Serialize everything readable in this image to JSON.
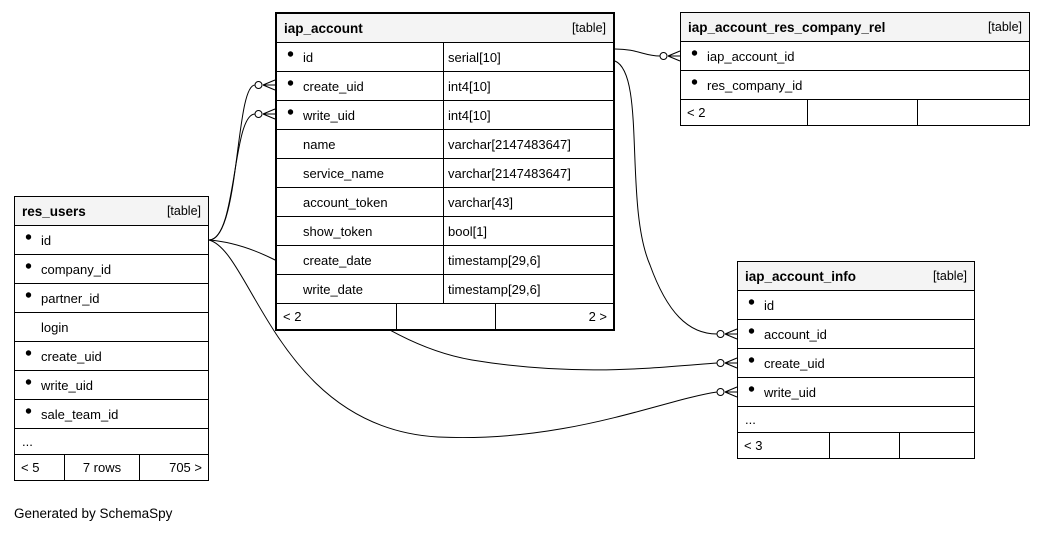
{
  "page": {
    "footer_note": "Generated by SchemaSpy"
  },
  "colors": {
    "primary_key": "#f0e430",
    "foreign_key": "#dcdcdc",
    "header_bg": "#f4f4f4",
    "border": "#000000",
    "relationship_line": "#000000"
  },
  "tables": {
    "iap_account": {
      "title": "iap_account",
      "badge": "[table]",
      "columns": [
        {
          "name": "id",
          "type": "serial[10]",
          "key": "primary"
        },
        {
          "name": "create_uid",
          "type": "int4[10]",
          "key": "foreign"
        },
        {
          "name": "write_uid",
          "type": "int4[10]",
          "key": "foreign"
        },
        {
          "name": "name",
          "type": "varchar[2147483647]",
          "key": "none"
        },
        {
          "name": "service_name",
          "type": "varchar[2147483647]",
          "key": "none"
        },
        {
          "name": "account_token",
          "type": "varchar[43]",
          "key": "none"
        },
        {
          "name": "show_token",
          "type": "bool[1]",
          "key": "none"
        },
        {
          "name": "create_date",
          "type": "timestamp[29,6]",
          "key": "none"
        },
        {
          "name": "write_date",
          "type": "timestamp[29,6]",
          "key": "none"
        }
      ],
      "footer": {
        "left": "< 2",
        "mid": "",
        "right": "2 >"
      }
    },
    "iap_account_res_company_rel": {
      "title": "iap_account_res_company_rel",
      "badge": "[table]",
      "columns": [
        {
          "name": "iap_account_id",
          "key": "primary"
        },
        {
          "name": "res_company_id",
          "key": "primary"
        }
      ],
      "footer": {
        "left": "< 2",
        "mid": "",
        "right": ""
      }
    },
    "res_users": {
      "title": "res_users",
      "badge": "[table]",
      "columns": [
        {
          "name": "id",
          "key": "primary"
        },
        {
          "name": "company_id",
          "key": "foreign"
        },
        {
          "name": "partner_id",
          "key": "foreign"
        },
        {
          "name": "login",
          "key": "none"
        },
        {
          "name": "create_uid",
          "key": "foreign"
        },
        {
          "name": "write_uid",
          "key": "foreign"
        },
        {
          "name": "sale_team_id",
          "key": "foreign"
        }
      ],
      "ellipsis": "...",
      "footer": {
        "left": "< 5",
        "mid": "7 rows",
        "right": "705 >"
      }
    },
    "iap_account_info": {
      "title": "iap_account_info",
      "badge": "[table]",
      "columns": [
        {
          "name": "id",
          "key": "primary"
        },
        {
          "name": "account_id",
          "key": "foreign"
        },
        {
          "name": "create_uid",
          "key": "foreign"
        },
        {
          "name": "write_uid",
          "key": "foreign"
        }
      ],
      "ellipsis": "...",
      "footer": {
        "left": "< 3",
        "mid": "",
        "right": ""
      }
    }
  },
  "relationships": [
    {
      "from": "res_users.id",
      "to": "iap_account.create_uid"
    },
    {
      "from": "res_users.id",
      "to": "iap_account.write_uid"
    },
    {
      "from": "iap_account.id",
      "to": "iap_account_res_company_rel.iap_account_id"
    },
    {
      "from": "iap_account.id",
      "to": "iap_account_info.account_id"
    },
    {
      "from": "res_users.id",
      "to": "iap_account_info.create_uid"
    },
    {
      "from": "res_users.id",
      "to": "iap_account_info.write_uid"
    }
  ]
}
